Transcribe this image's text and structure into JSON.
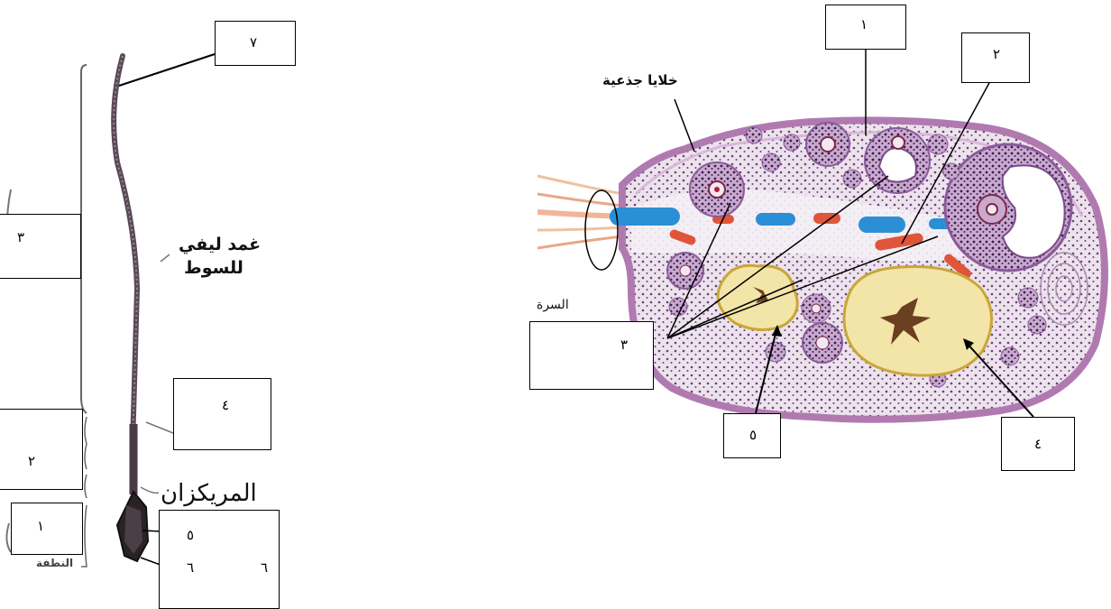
{
  "sperm_diagram": {
    "boxes": {
      "b7": "٧",
      "b3": "٣",
      "b4": "٤",
      "b2": "٢",
      "b1": "١",
      "b5": "٥",
      "b6a": "٦",
      "b6b": "٦"
    },
    "labels": {
      "sheath_line1": "غمد ليفي",
      "sheath_line2": "للسوط",
      "centrioles": "المريكزان",
      "nucleus": "النطفة"
    }
  },
  "ovary_diagram": {
    "boxes": {
      "b1": "١",
      "b2": "٢",
      "b3": "٣",
      "b4": "٤",
      "b5": "٥"
    },
    "labels": {
      "stem_cells": "خلايا جذعية",
      "hilum": "السرة"
    }
  },
  "colors": {
    "ovary_wall": "#b07ab0",
    "ovary_fill": "#ece3ec",
    "follicle": "#c9a9cf",
    "blood_blue": "#2a8fd4",
    "blood_red": "#e0553a",
    "corpus": "#f3e4a8",
    "sperm_body": "#5a4a55"
  }
}
